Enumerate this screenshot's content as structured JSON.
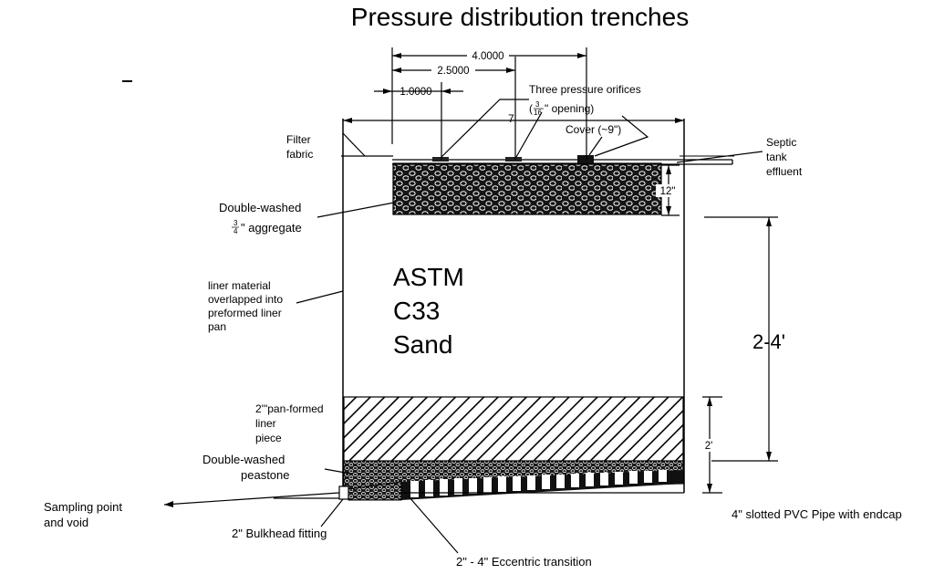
{
  "title": "Pressure distribution trenches",
  "dims": {
    "d4": "4.0000",
    "d25": "2.5000",
    "d1": "1.0000",
    "d12": "12\"",
    "d24": "2-4'",
    "d2": "2'"
  },
  "labels": {
    "orifices_line1": "Three pressure orifices",
    "orifices_open_pre": "(",
    "orifices_open_num": "3",
    "orifices_open_den": "16",
    "orifices_open_post": "\" opening)",
    "cover": "Cover (~9\")",
    "filter_1": "Filter",
    "filter_2": "fabric",
    "septic_1": "Septic",
    "septic_2": "tank",
    "septic_3": "effluent",
    "agg_1": "Double-washed",
    "agg_num": "3",
    "agg_den": "4",
    "agg_2": "\" aggregate",
    "liner_1": "liner material",
    "liner_2": "overlapped into",
    "liner_3": "preformed liner",
    "liner_4": "pan",
    "sand_1": "ASTM",
    "sand_2": "C33",
    "sand_3": "Sand",
    "pan_1": "2'\"pan-formed",
    "pan_2": "liner",
    "pan_3": "piece",
    "pea_1": "Double-washed",
    "pea_2": "peastone",
    "sampling_1": "Sampling point",
    "sampling_2": "and void",
    "bulkhead": "2\" Bulkhead fitting",
    "eccentric": "2\" - 4\" Eccentric transition",
    "pvc": "4\" slotted PVC Pipe with endcap"
  }
}
